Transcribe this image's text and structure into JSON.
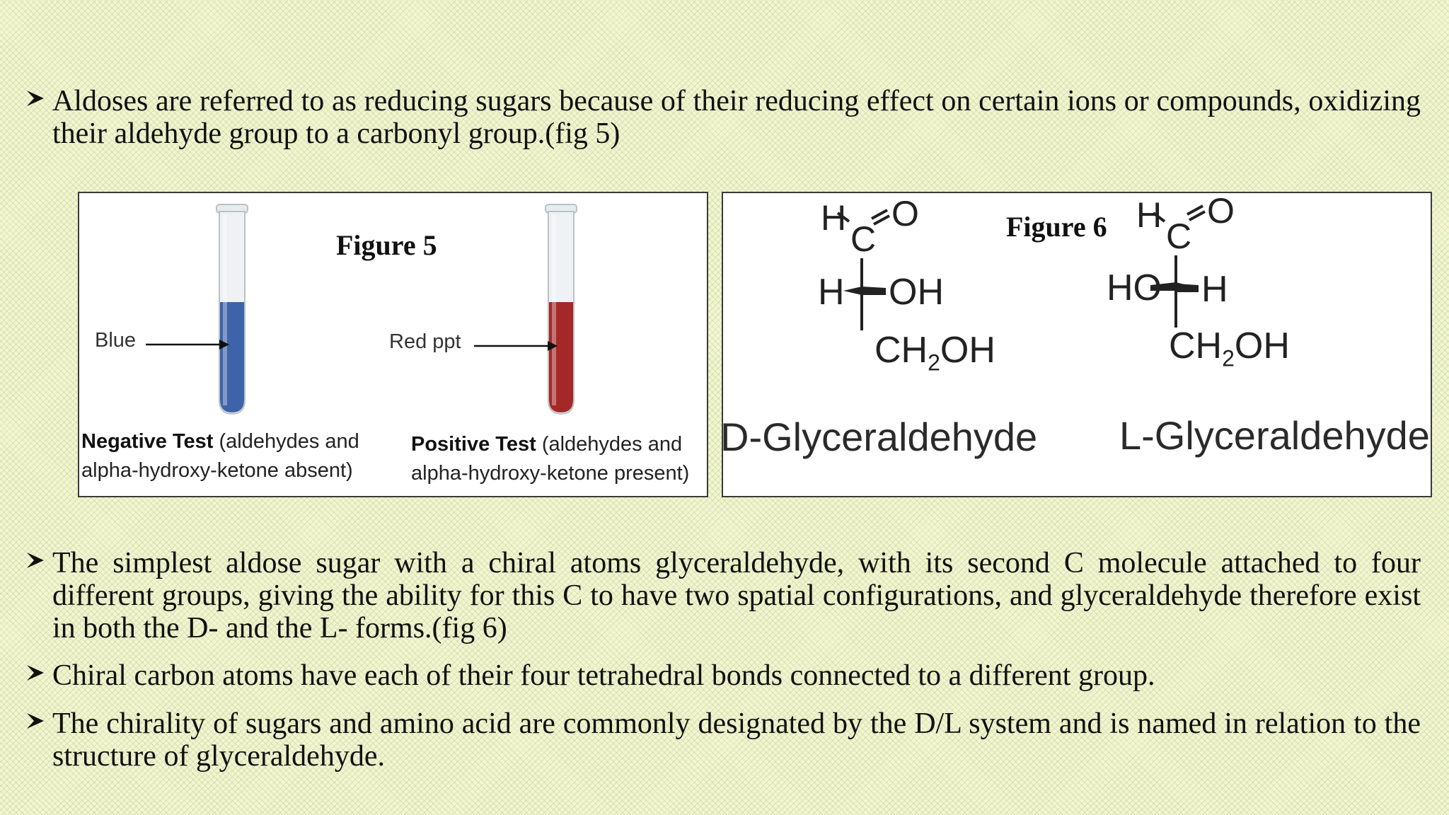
{
  "bullets": [
    {
      "text": "Aldoses are referred to as reducing sugars because of their reducing effect on certain ions or compounds, oxidizing their aldehyde group to a carbonyl group.(fig 5)"
    },
    {
      "text": "The simplest aldose sugar with a chiral atoms glyceraldehyde, with its second C molecule attached to four different groups, giving the ability for this C to have two spatial configurations, and glyceraldehyde therefore exist in both the D- and the L- forms.(fig 6)"
    },
    {
      "text": "Chiral carbon atoms have each of their four tetrahedral bonds connected to a different group."
    },
    {
      "text": "The chirality of sugars and amino acid are commonly designated by the D/L system and is named in relation to the structure of glyceraldehyde."
    }
  ],
  "figure5": {
    "title": "Figure 5",
    "left_label": "Blue",
    "right_label": "Red ppt",
    "left_bold": "Negative Test",
    "left_rest1": "(aldehydes and",
    "left_rest2": "alpha-hydroxy-ketone absent)",
    "right_bold": "Positive Test",
    "right_rest1": "(aldehydes and",
    "right_rest2": "alpha-hydroxy-ketone present)",
    "colors": {
      "blue_liquid": "#3f63a8",
      "red_liquid": "#a52828"
    }
  },
  "figure6": {
    "title": "Figure 6",
    "d_name": "D-Glyceraldehyde",
    "l_name": "L-Glyceraldehyde",
    "atoms": {
      "h": "H",
      "c": "C",
      "o": "O",
      "oh": "OH",
      "ho": "HO",
      "ch2oh_a": "CH",
      "ch2oh_sub": "2",
      "ch2oh_b": "OH"
    }
  }
}
